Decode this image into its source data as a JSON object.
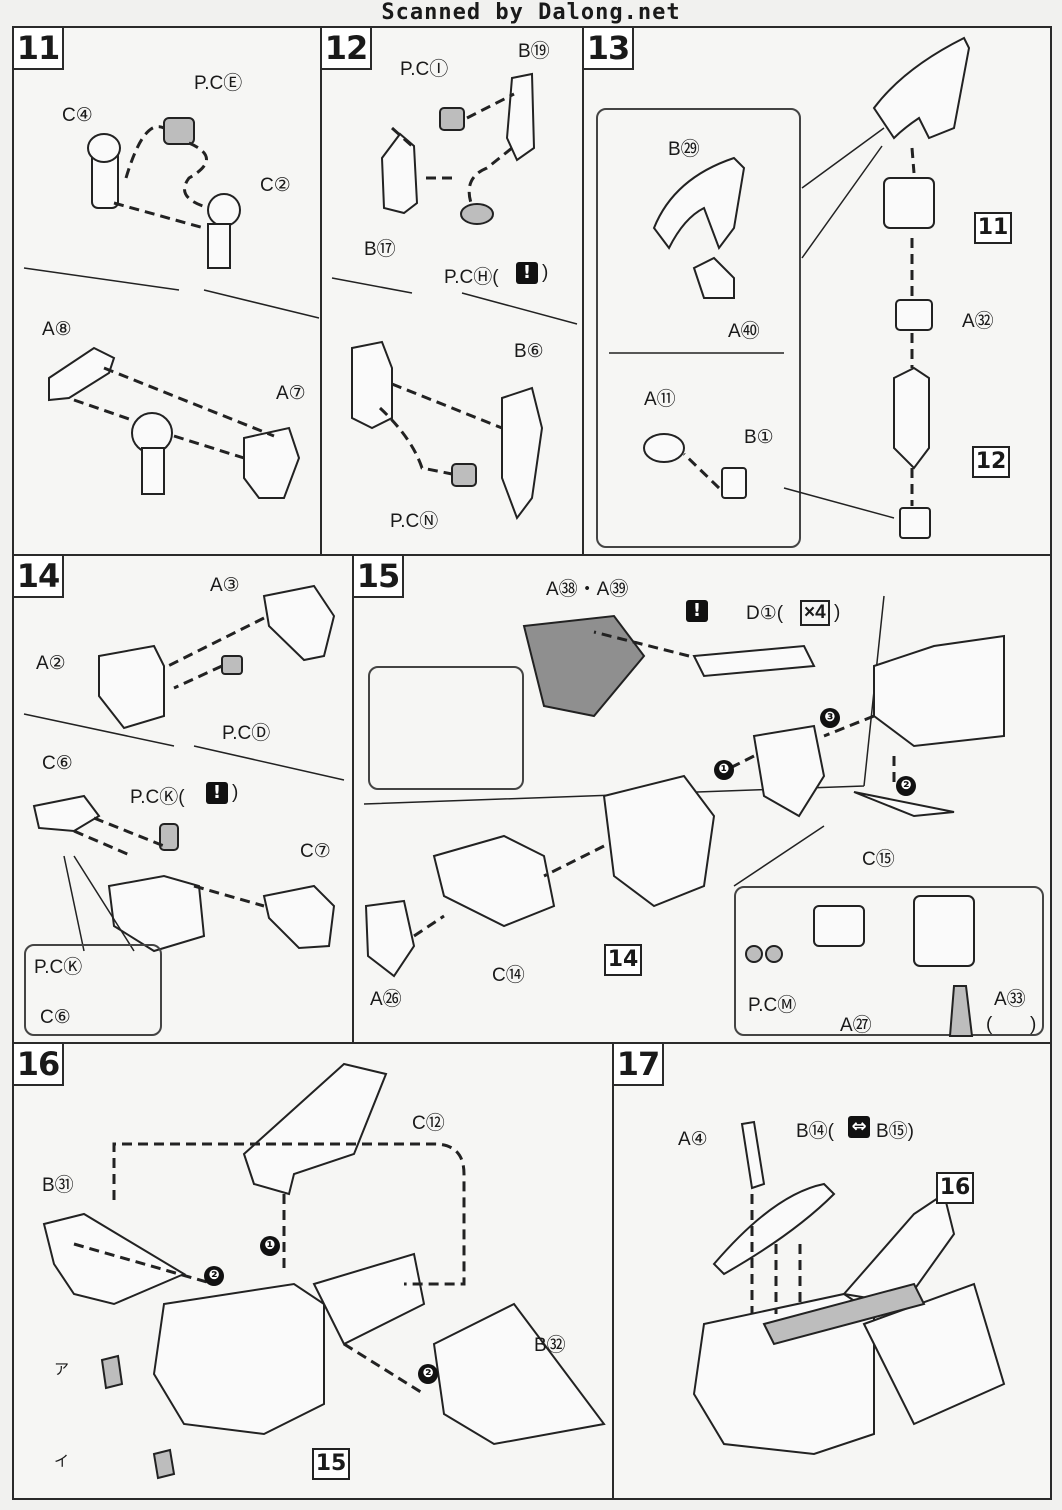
{
  "header": {
    "watermark": "Scanned by Dalong.net"
  },
  "steps": [
    {
      "num": "11",
      "labels": [
        "C④",
        "P.CⒺ",
        "C②",
        "A⑧",
        "A⑦"
      ]
    },
    {
      "num": "12",
      "labels": [
        "P.CⒾ",
        "B⑲",
        "B⑰",
        "P.CⒽ(",
        ")",
        "B⑥",
        "P.CⓃ"
      ]
    },
    {
      "num": "13",
      "labels": [
        "B㉙",
        "A㊵",
        "A⑪",
        "B①",
        "A㉜"
      ],
      "refs": [
        "11",
        "12"
      ]
    },
    {
      "num": "14",
      "labels": [
        "A③",
        "A②",
        "P.CⒹ",
        "C⑥",
        "P.CⓀ(",
        ")",
        "C⑦",
        "P.CⓀ",
        "C⑥"
      ]
    },
    {
      "num": "15",
      "labels": [
        "A㊳・A㊴",
        "D①(",
        "×4",
        ")",
        "C⑮",
        "C⑭",
        "A㉖",
        "P.CⓂ",
        "A㉗",
        "A㉝",
        "(",
        ")"
      ],
      "refs": [
        "14"
      ],
      "order": [
        "❶",
        "❷",
        "❸"
      ]
    },
    {
      "num": "16",
      "labels": [
        "C⑫",
        "B㉛",
        "B㉜",
        "ア",
        "イ"
      ],
      "refs": [
        "15"
      ],
      "order": [
        "❶",
        "❷",
        "❷"
      ]
    },
    {
      "num": "17",
      "labels": [
        "A④",
        "B⑭(",
        "B⑮)"
      ],
      "refs": [
        "16"
      ]
    }
  ],
  "icons": {
    "warn": "!"
  }
}
